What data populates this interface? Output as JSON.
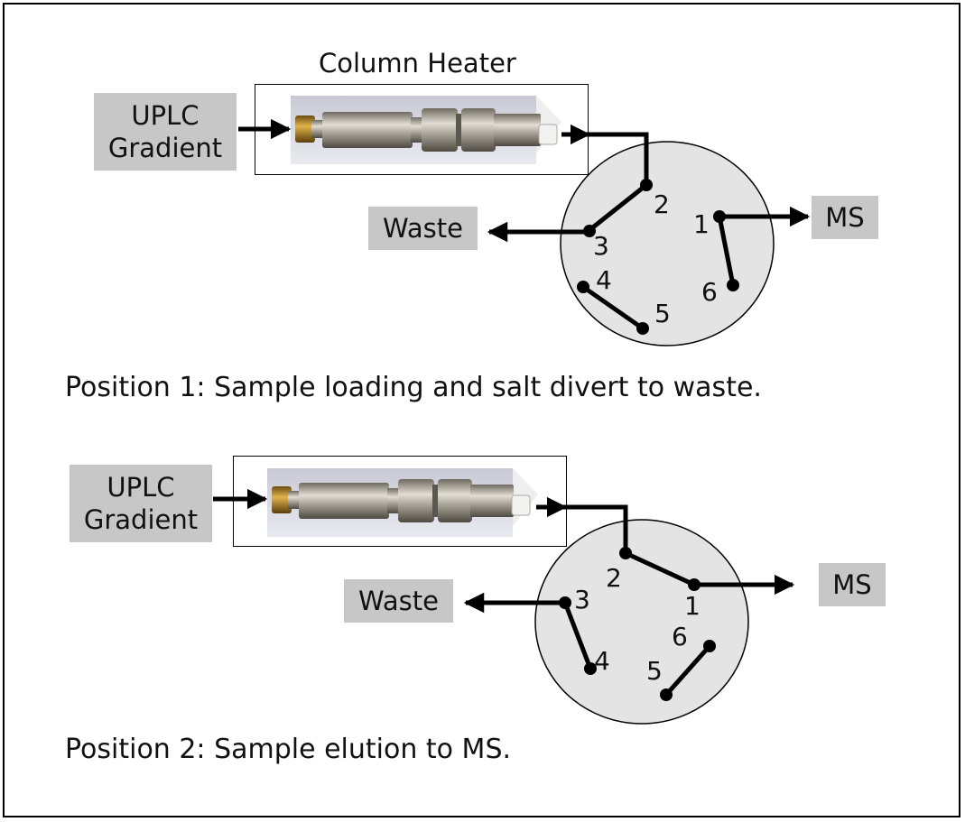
{
  "panel1": {
    "heater_label": "Column Heater",
    "source": "UPLC\nGradient",
    "waste": "Waste",
    "ms": "MS",
    "ports": [
      "1",
      "2",
      "3",
      "4",
      "5",
      "6"
    ],
    "caption": "Position 1: Sample loading and salt divert to waste."
  },
  "panel2": {
    "source": "UPLC\nGradient",
    "waste": "Waste",
    "ms": "MS",
    "ports": [
      "1",
      "2",
      "3",
      "4",
      "5",
      "6"
    ],
    "caption": "Position 2: Sample elution to MS."
  },
  "colors": {
    "label_box": "#c7c7c7",
    "valve_fill": "#e4e4e4",
    "line": "#000000"
  }
}
